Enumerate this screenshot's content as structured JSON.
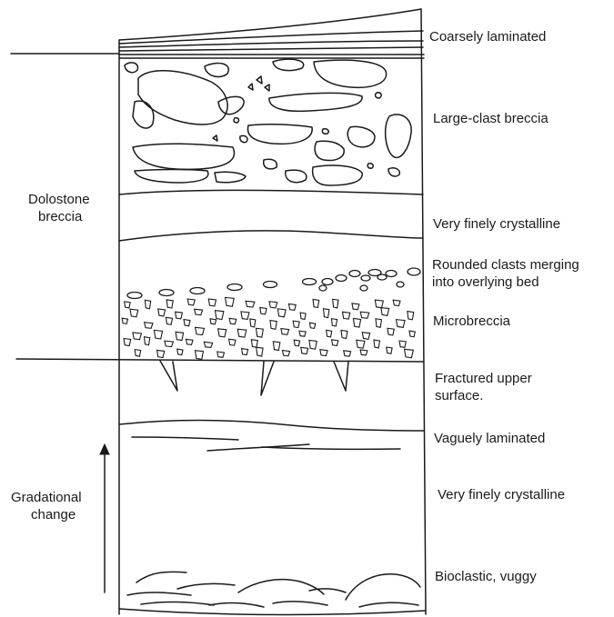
{
  "diagram": {
    "left_labels": {
      "dolostone_line1": "Dolostone",
      "dolostone_line2": "breccia",
      "gradational_line1": "Gradational",
      "gradational_line2": "change"
    },
    "right_labels": {
      "coarsely_laminated": "Coarsely laminated",
      "large_clast_breccia": "Large-clast breccia",
      "very_finely_crystalline_top": "Very finely crystalline",
      "rounded_clasts_line1": "Rounded clasts merging",
      "rounded_clasts_line2": "into overlying bed",
      "microbreccia": "Microbreccia",
      "fractured_line1": "Fractured upper",
      "fractured_line2": "surface.",
      "vaguely_laminated": "Vaguely laminated",
      "very_finely_crystalline_bottom": "Very finely crystalline",
      "bioclastic_vuggy": "Bioclastic, vuggy"
    }
  }
}
